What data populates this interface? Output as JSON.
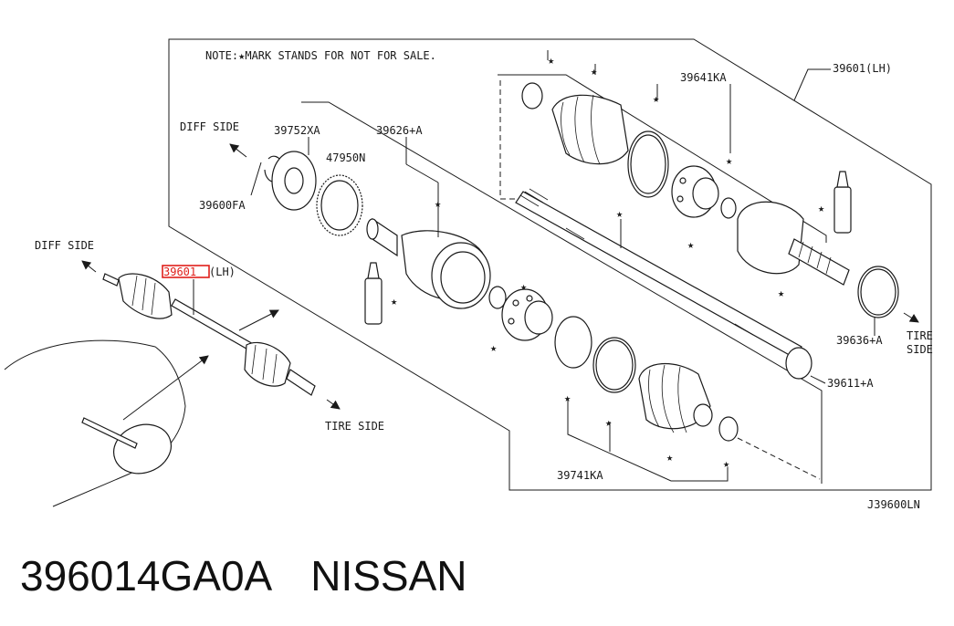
{
  "note": "NOTE:★MARK STANDS FOR NOT FOR SALE.",
  "labels": {
    "diff_side_top": "DIFF SIDE",
    "diff_side_left": "DIFF SIDE",
    "tire_side_bottom": "TIRE SIDE",
    "tire_side_right_1": "TIRE",
    "tire_side_right_2": "SIDE",
    "p39752xa": "39752XA",
    "p47950n": "47950N",
    "p39626a": "39626+A",
    "p39600fa": "39600FA",
    "p39641ka": "39641KA",
    "p39601lh_top": "39601(LH)",
    "p39636a": "39636+A",
    "p39611a": "39611+A",
    "p39741ka": "39741KA",
    "p39601_highlight": "39601",
    "p39601_suffix": "(LH)",
    "diagram_code": "J39600LN"
  },
  "caption": {
    "part_number": "396014GA0A",
    "brand": "NISSAN"
  },
  "colors": {
    "line": "#1a1a1a",
    "highlight": "#e0201b",
    "background": "#ffffff"
  },
  "icons": [
    "star-icon",
    "arrow-icon"
  ]
}
